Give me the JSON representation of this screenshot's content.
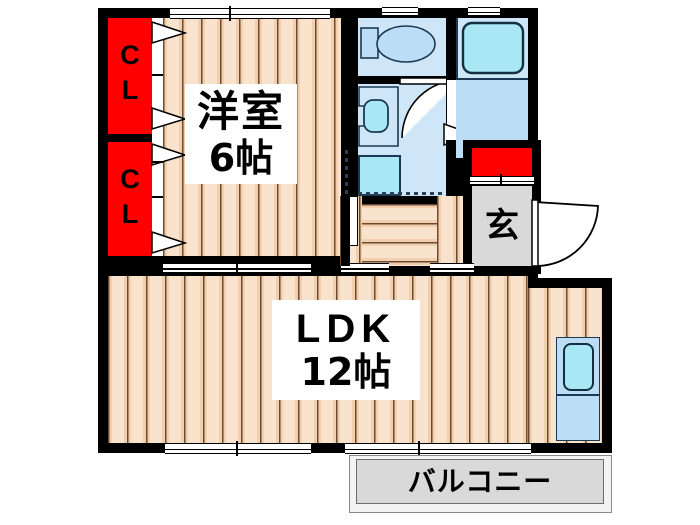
{
  "plan": {
    "title": "間取り図",
    "rooms": [
      {
        "id": "washitsu",
        "label_main": "洋室",
        "label_size": "6帖",
        "name": "western-room"
      },
      {
        "id": "ldk",
        "label_main": "LDK",
        "label_size": "12帖",
        "name": "ldk"
      },
      {
        "id": "genkan",
        "label_main": "玄",
        "label_size": "",
        "name": "entrance"
      },
      {
        "id": "balcony",
        "label_main": "バルコニー",
        "label_size": "",
        "name": "balcony"
      }
    ],
    "closets": [
      {
        "id": "cl-upper",
        "line1": "C",
        "line2": "L"
      },
      {
        "id": "cl-lower",
        "line1": "C",
        "line2": "L"
      }
    ],
    "fixtures": [
      {
        "id": "toilet",
        "label": "toilet-fixture"
      },
      {
        "id": "vanity",
        "label": "vanity-sink"
      },
      {
        "id": "washer",
        "label": "washing-machine-space"
      },
      {
        "id": "bathtub",
        "label": "bathtub"
      },
      {
        "id": "kitchen-sink",
        "label": "kitchen-sink"
      },
      {
        "id": "shoe-box",
        "label": "shoe-cabinet"
      }
    ],
    "colors": {
      "wall": "#000000",
      "floor_base": "#F7DCC0",
      "floor_stripe": "#6B4A2F",
      "closet_red": "#FF0000",
      "water_light": "#CFE6F8",
      "water_mid": "#BCDDF6",
      "tub_fill": "#A8E8F5",
      "balcony_gray": "#D9D9D9",
      "background": "#FFFFFF"
    }
  }
}
